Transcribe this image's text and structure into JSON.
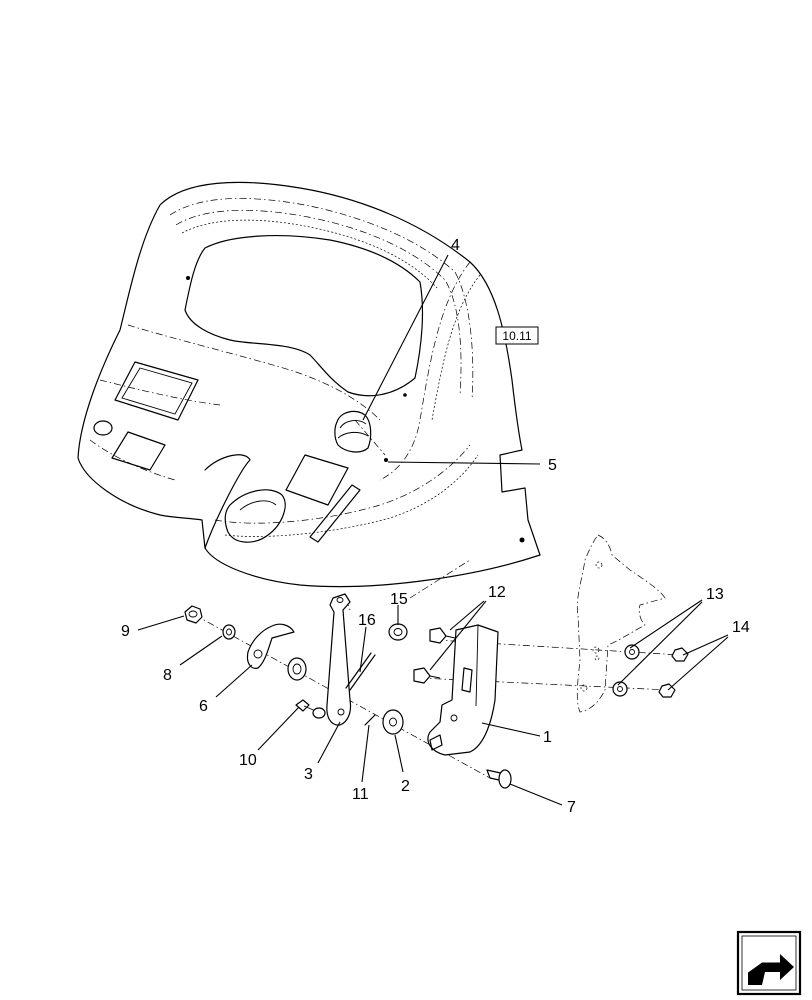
{
  "diagram": {
    "reference_box": "10.11",
    "callouts": [
      {
        "id": "1",
        "text": "1"
      },
      {
        "id": "2",
        "text": "2"
      },
      {
        "id": "3",
        "text": "3"
      },
      {
        "id": "4",
        "text": "4"
      },
      {
        "id": "5",
        "text": "5"
      },
      {
        "id": "6",
        "text": "6"
      },
      {
        "id": "7",
        "text": "7"
      },
      {
        "id": "8",
        "text": "8"
      },
      {
        "id": "9",
        "text": "9"
      },
      {
        "id": "10",
        "text": "10"
      },
      {
        "id": "11",
        "text": "11"
      },
      {
        "id": "12",
        "text": "12"
      },
      {
        "id": "13",
        "text": "13"
      },
      {
        "id": "14",
        "text": "14"
      },
      {
        "id": "15",
        "text": "15"
      },
      {
        "id": "16",
        "text": "16"
      }
    ],
    "nav_icon": "next-page-arrow-icon"
  }
}
